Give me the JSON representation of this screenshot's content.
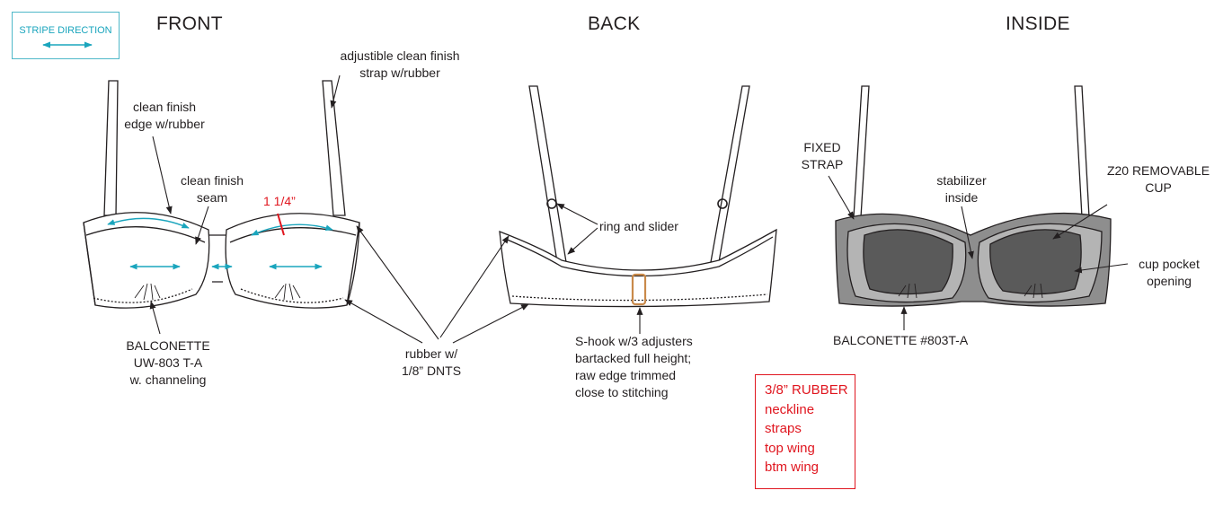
{
  "views": {
    "front": "FRONT",
    "back": "BACK",
    "inside": "INSIDE"
  },
  "legend": {
    "label": "STRIPE DIRECTION"
  },
  "front_labels": {
    "adjustable_strap": [
      "adjustible clean finish",
      "strap w/rubber"
    ],
    "clean_finish_edge": [
      "clean finish",
      "edge w/rubber"
    ],
    "clean_finish_seam": [
      "clean finish",
      "seam"
    ],
    "measurement": "1 1/4”",
    "style": [
      "BALCONETTE",
      "UW-803 T-A",
      "w. channeling"
    ]
  },
  "shared_labels": {
    "rubber": [
      "rubber w/",
      "1/8” DNTS"
    ]
  },
  "back_labels": {
    "ring_slider": "ring and slider",
    "s_hook": [
      "S-hook w/3 adjusters",
      "bartacked full height;",
      "raw edge trimmed",
      "close to stitching"
    ]
  },
  "rubber_note": {
    "lines": [
      "3/8” RUBBER",
      "neckline",
      "straps",
      "top wing",
      "btm wing"
    ]
  },
  "inside_labels": {
    "fixed_strap": [
      "FIXED",
      "STRAP"
    ],
    "stabilizer": [
      "stabilizer",
      "inside"
    ],
    "removable_cup": [
      "Z20 REMOVABLE",
      "CUP"
    ],
    "cup_pocket": [
      "cup pocket",
      "opening"
    ],
    "style": "BALCONETTE #803T-A"
  },
  "colors": {
    "line": "#231f20",
    "stripe_arrow": "#1aa5bd",
    "accent_red": "#e0161f",
    "hook": "#c98a4b",
    "inside_fabric": "#8e8e8e",
    "inside_cup_light": "#b4b4b4",
    "inside_cup_dark": "#5a5a5a"
  }
}
